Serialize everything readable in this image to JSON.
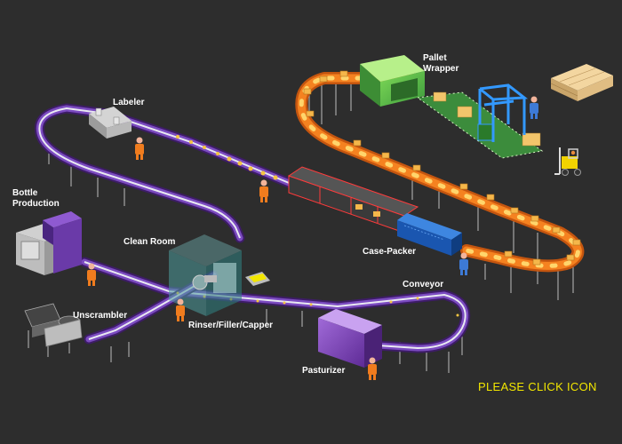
{
  "labels": {
    "pallet_wrapper": "Pallet\nWrapper",
    "labeler": "Labeler",
    "bottle_production": "Bottle\nProduction",
    "clean_room": "Clean Room",
    "case_packer": "Case-Packer",
    "conveyor": "Conveyor",
    "unscrambler": "Unscrambler",
    "rinser_filler_capper": "Rinser/Filler/Capper",
    "pasturizer": "Pasturizer"
  },
  "cta": "PLEASE CLICK ICON",
  "colors": {
    "background": "#2d2d2d",
    "conveyor_purple": "#5a2d91",
    "conveyor_orange": "#f58220",
    "accent_text": "#f2e600",
    "pallet_wrapper_green": "#4caf50",
    "case_packer_blue": "#1a56b0",
    "pasturizer_purple": "#7a3fb0",
    "worker_orange": "#f07c1e"
  },
  "icons": [
    "worker-icon",
    "forklift-icon",
    "pallet-icon",
    "machine-icon",
    "bottle-icon",
    "case-icon"
  ]
}
